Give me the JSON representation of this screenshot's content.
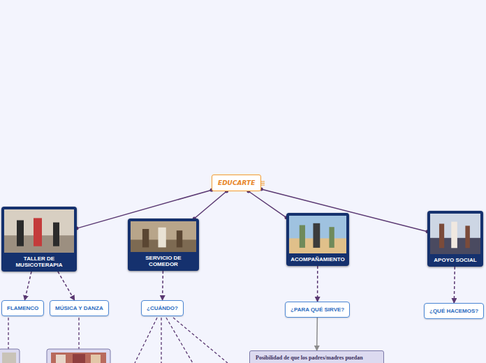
{
  "diagram": {
    "nodes": [
      {
        "text": [
          "EDUCARTE"
        ]
      },
      {
        "text": [
          "TALLER DE MUSICOTERAPIA"
        ]
      },
      {
        "text": [
          "SERVICIO DE COMEDOR"
        ]
      },
      {
        "text": [
          "ACOMPAÑAMIENTO"
        ]
      },
      {
        "text": [
          "APOYO SOCIAL"
        ]
      },
      {
        "text": [
          "FLAMENCO"
        ]
      },
      {
        "text": [
          "MÚSICA Y DANZA"
        ]
      },
      {
        "text": [
          "¿CUÁNDO?"
        ]
      },
      {
        "text": [
          "¿PARA QUÉ SIRVE?"
        ]
      },
      {
        "text": [
          "¿QUÉ HACEMOS?"
        ]
      },
      {
        "text": [
          "Posibilidad de que los padres/madres puedan"
        ]
      }
    ],
    "edges": [
      {
        "from": 0,
        "to": 1,
        "arrow": "none"
      },
      {
        "from": 0,
        "to": 2,
        "arrow": "none"
      },
      {
        "from": 0,
        "to": 3,
        "arrow": "none"
      },
      {
        "from": 0,
        "to": 4,
        "arrow": "none"
      },
      {
        "from": 1,
        "to": 5,
        "arrow": "to"
      },
      {
        "from": 1,
        "to": 6,
        "arrow": "to"
      },
      {
        "from": 2,
        "to": 7,
        "arrow": "to"
      },
      {
        "from": 3,
        "to": 8,
        "arrow": "to"
      },
      {
        "from": 4,
        "to": 9,
        "arrow": "to"
      },
      {
        "from": 8,
        "to": 10,
        "arrow": "to"
      }
    ]
  }
}
